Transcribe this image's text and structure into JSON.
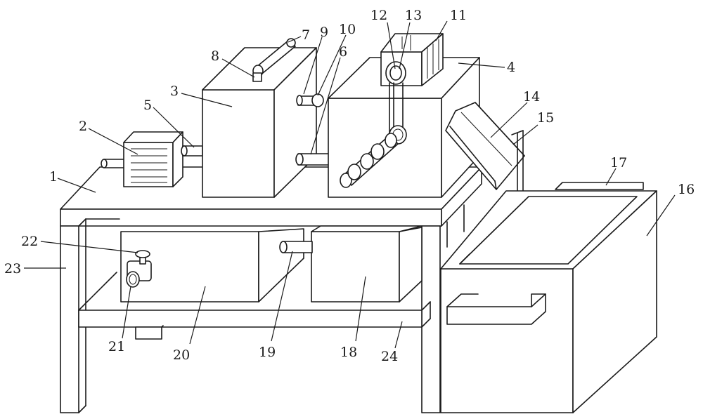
{
  "figure": {
    "labels": {
      "l1": "1",
      "l2": "2",
      "l3": "3",
      "l4": "4",
      "l5": "5",
      "l6": "6",
      "l7": "7",
      "l8": "8",
      "l9": "9",
      "l10": "10",
      "l11": "11",
      "l12": "12",
      "l13": "13",
      "l14": "14",
      "l15": "15",
      "l16": "16",
      "l17": "17",
      "l18": "18",
      "l19": "19",
      "l20": "20",
      "l21": "21",
      "l22": "22",
      "l23": "23",
      "l24": "24"
    }
  }
}
